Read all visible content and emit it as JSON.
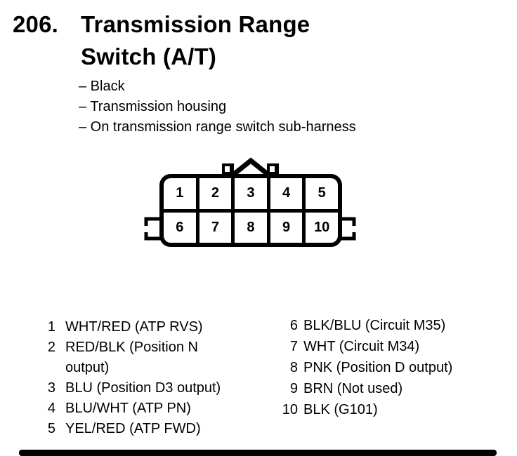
{
  "page": {
    "section_number": "206.",
    "title_line1": "Transmission Range",
    "title_line2": "Switch (A/T)",
    "bullets": [
      "– Black",
      "– Transmission housing",
      "– On transmission range switch sub-harness"
    ]
  },
  "connector": {
    "top_row": [
      "1",
      "2",
      "3",
      "4",
      "5"
    ],
    "bottom_row": [
      "6",
      "7",
      "8",
      "9",
      "10"
    ]
  },
  "pins": {
    "left": [
      {
        "num": "1",
        "desc": "WHT/RED (ATP RVS)"
      },
      {
        "num": "2",
        "desc": "RED/BLK (Position N\noutput)"
      },
      {
        "num": "3",
        "desc": "BLU (Position D3 output)"
      },
      {
        "num": "4",
        "desc": "BLU/WHT (ATP PN)"
      },
      {
        "num": "5",
        "desc": "YEL/RED (ATP FWD)"
      }
    ],
    "right": [
      {
        "num": "6",
        "desc": "BLK/BLU (Circuit M35)"
      },
      {
        "num": "7",
        "desc": "WHT (Circuit M34)"
      },
      {
        "num": "8",
        "desc": "PNK (Position D output)"
      },
      {
        "num": "9",
        "desc": "BRN (Not used)"
      },
      {
        "num": "10",
        "desc": "BLK (G101)"
      }
    ]
  },
  "colors": {
    "ink": "#000000",
    "paper": "#ffffff"
  }
}
